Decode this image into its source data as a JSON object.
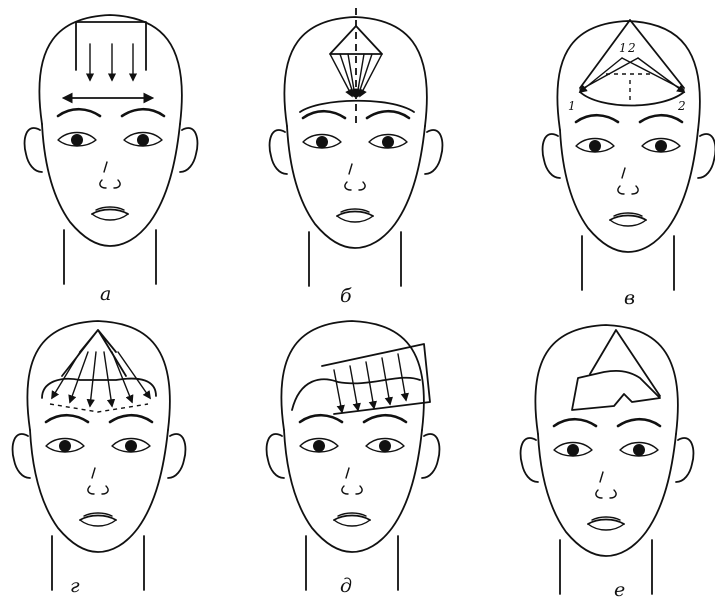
{
  "panels": [
    {
      "id": "a",
      "caption": "а"
    },
    {
      "id": "b",
      "caption": "б"
    },
    {
      "id": "v",
      "caption": "в",
      "numbers": [
        "1",
        "1",
        "2",
        "2"
      ]
    },
    {
      "id": "g",
      "caption": "г"
    },
    {
      "id": "d",
      "caption": "д"
    },
    {
      "id": "e",
      "caption": "е"
    }
  ],
  "colors": {
    "ink": "#111111",
    "background": "#ffffff"
  }
}
